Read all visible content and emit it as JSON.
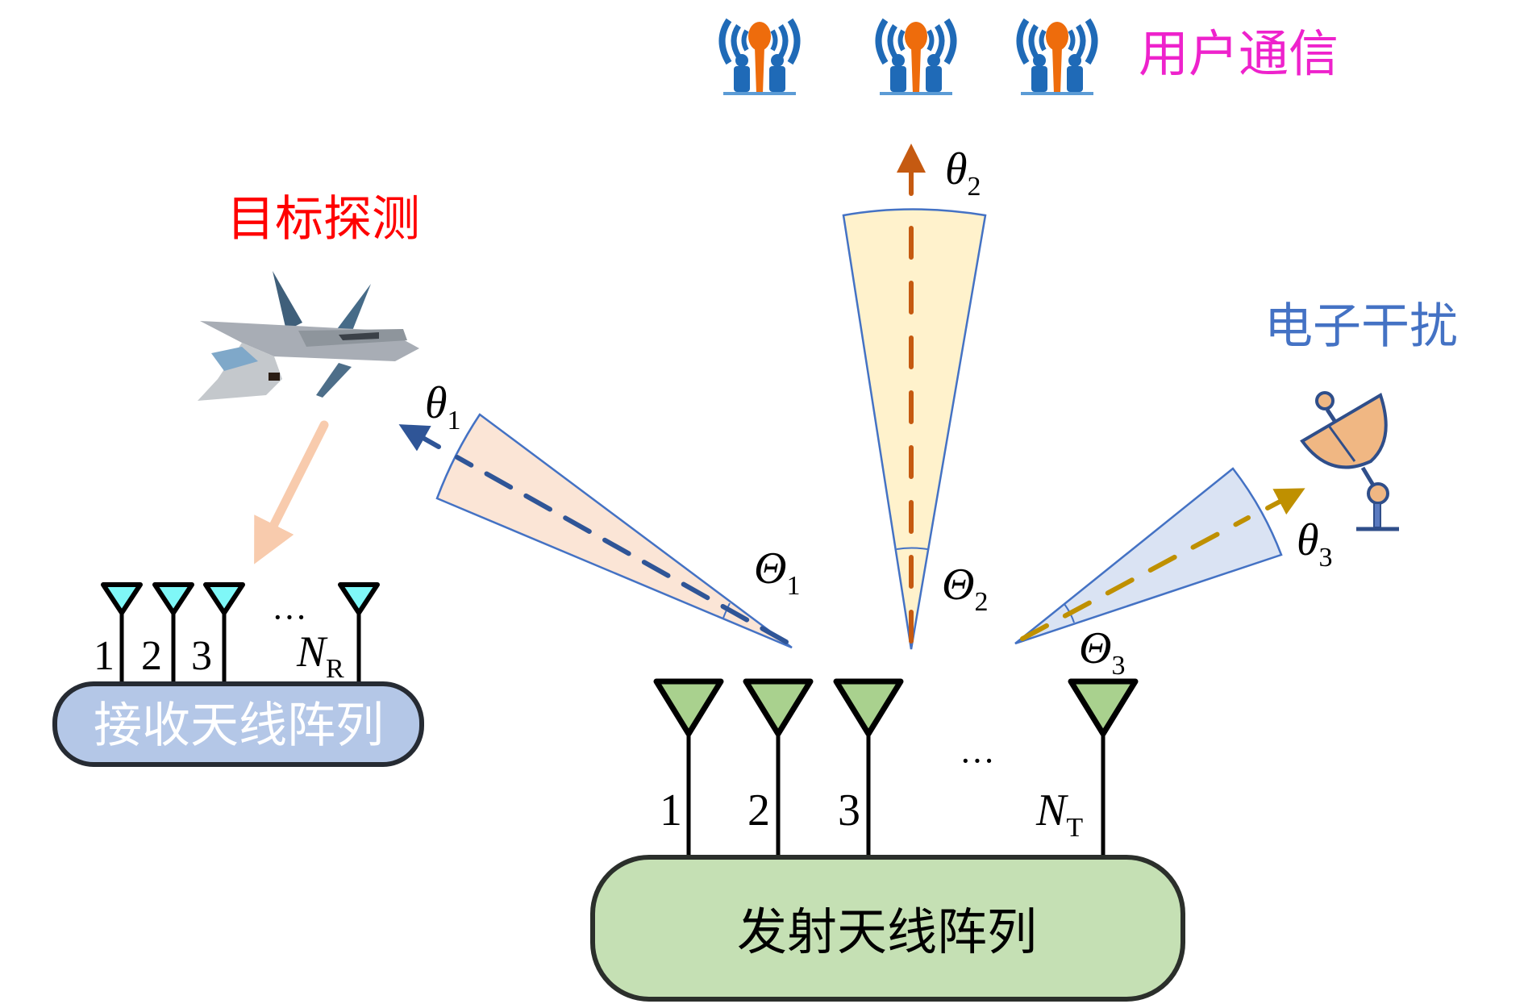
{
  "labels": {
    "target_detection": "目标探测",
    "user_communication": "用户通信",
    "electronic_jamming": "电子干扰",
    "receive_array": "接收天线阵列",
    "transmit_array": "发射天线阵列"
  },
  "colors": {
    "target_detection": "#ff0000",
    "user_communication": "#ee22cc",
    "electronic_jamming": "#4472c4",
    "receive_box_fill": "#b4c7e7",
    "receive_box_text": "#ffffff",
    "transmit_box_fill": "#c5e0b4",
    "receive_antenna_fill": "#7ff7f7",
    "transmit_antenna_fill": "#a9d18e",
    "beam1_fill": "#fbe5d6",
    "beam1_arrow": "#2f5597",
    "beam2_fill": "#fff2cc",
    "beam2_arrow": "#c55a11",
    "beam3_fill": "#dae3f3",
    "beam3_arrow": "#bf9000",
    "beam_outline": "#4472c4",
    "echo_arrow": "#f8cbad"
  },
  "beams": [
    {
      "name": "beam-1",
      "direction": "θ",
      "direction_sub": "1",
      "width": "Θ",
      "width_sub": "1",
      "target": "target_detection"
    },
    {
      "name": "beam-2",
      "direction": "θ",
      "direction_sub": "2",
      "width": "Θ",
      "width_sub": "2",
      "target": "user_communication"
    },
    {
      "name": "beam-3",
      "direction": "θ",
      "direction_sub": "3",
      "width": "Θ",
      "width_sub": "3",
      "target": "electronic_jamming"
    }
  ],
  "receive_array": {
    "antenna_labels": [
      "1",
      "2",
      "3"
    ],
    "ellipsis": "···",
    "last_label": "N",
    "last_label_sub": "R"
  },
  "transmit_array": {
    "antenna_labels": [
      "1",
      "2",
      "3"
    ],
    "ellipsis": "···",
    "last_label": "N",
    "last_label_sub": "T"
  },
  "icons": {
    "target": "fighter-jet-icon",
    "users": [
      "comm-tower-users-icon",
      "comm-tower-users-icon",
      "comm-tower-users-icon"
    ],
    "jammer": "satellite-dish-icon"
  }
}
